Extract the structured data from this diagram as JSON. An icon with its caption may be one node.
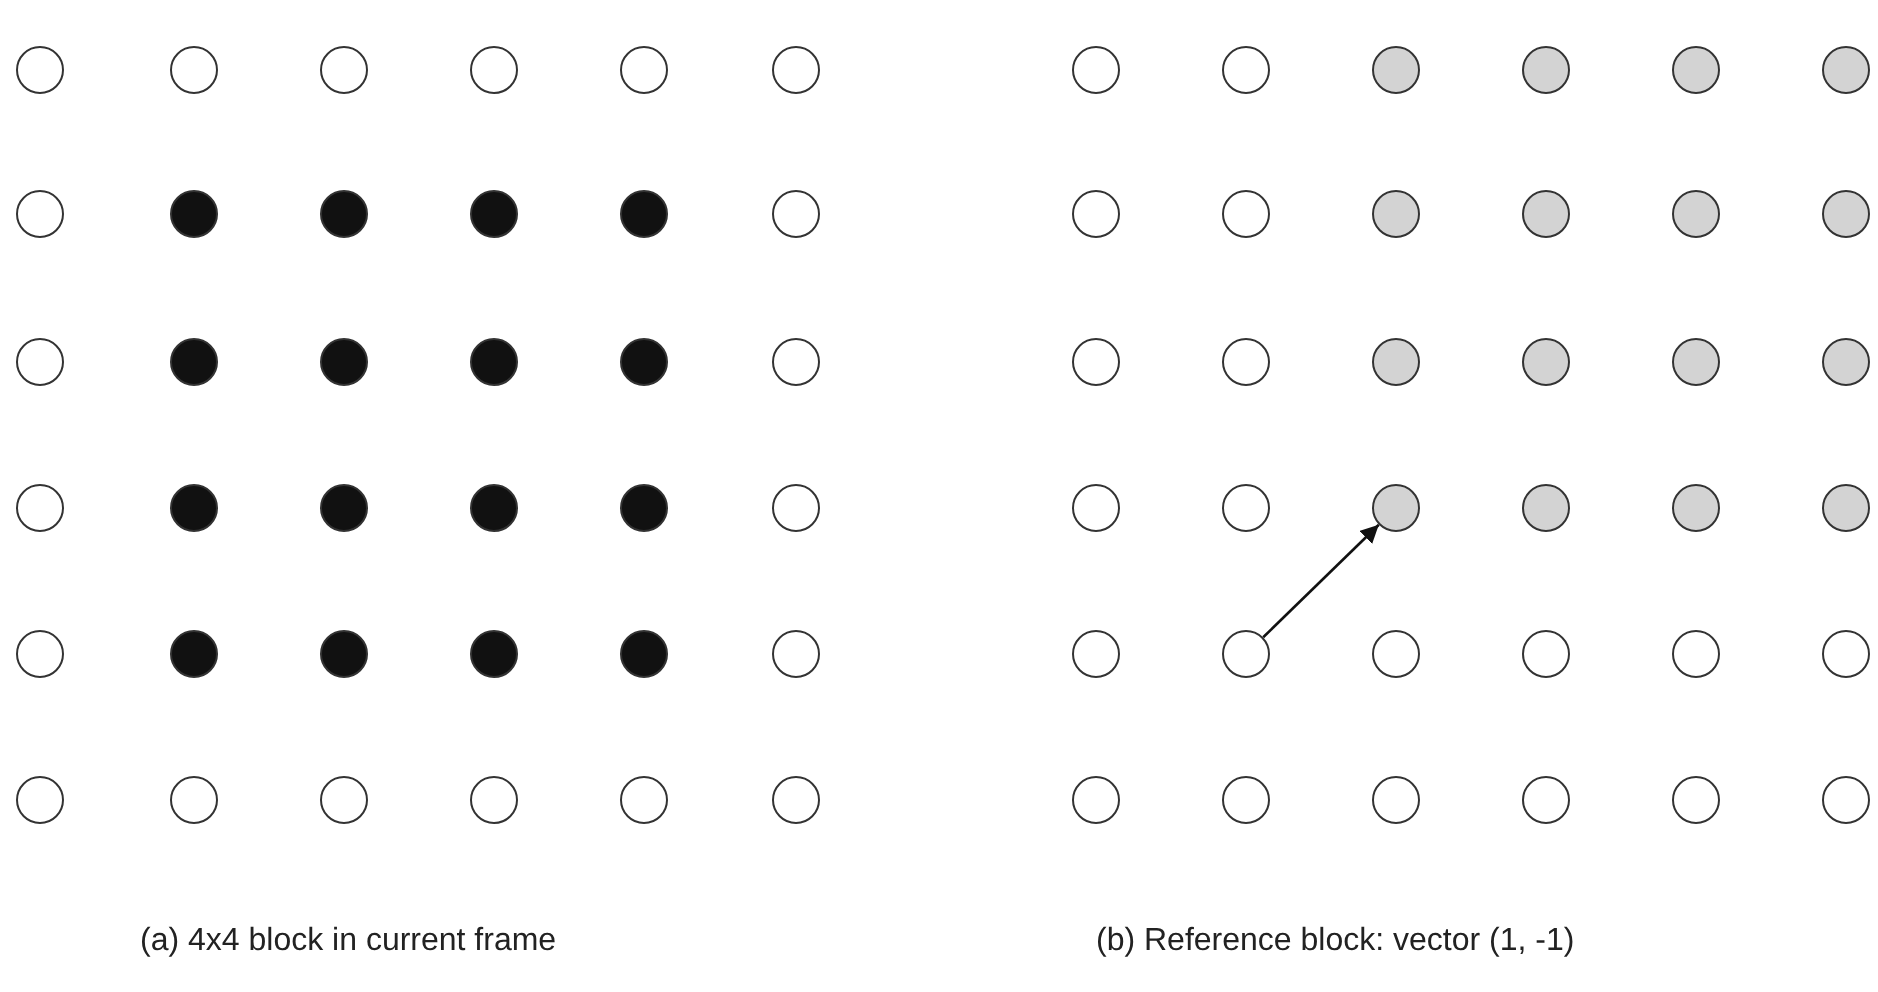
{
  "diagram": {
    "nodes": [
      {
        "text": [],
        "shape": "circle"
      },
      {
        "text": [],
        "shape": "circle"
      },
      {
        "text": [],
        "shape": "circle"
      },
      {
        "text": [],
        "shape": "circle"
      },
      {
        "text": [],
        "shape": "circle"
      },
      {
        "text": [],
        "shape": "circle"
      },
      {
        "text": [],
        "shape": "circle"
      },
      {
        "text": [],
        "shape": "circle"
      },
      {
        "text": [],
        "shape": "circle"
      },
      {
        "text": [],
        "shape": "circle"
      },
      {
        "text": [],
        "shape": "circle"
      },
      {
        "text": [],
        "shape": "circle"
      },
      {
        "text": [],
        "shape": "circle"
      },
      {
        "text": [],
        "shape": "circle"
      },
      {
        "text": [],
        "shape": "circle"
      },
      {
        "text": [],
        "shape": "circle"
      },
      {
        "text": [],
        "shape": "circle"
      },
      {
        "text": [],
        "shape": "circle"
      },
      {
        "text": [],
        "shape": "circle"
      },
      {
        "text": [],
        "shape": "circle"
      },
      {
        "text": [],
        "shape": "circle"
      },
      {
        "text": [],
        "shape": "circle"
      },
      {
        "text": [],
        "shape": "circle"
      },
      {
        "text": [],
        "shape": "circle"
      },
      {
        "text": [],
        "shape": "circle"
      },
      {
        "text": [],
        "shape": "circle"
      },
      {
        "text": [],
        "shape": "circle"
      },
      {
        "text": [],
        "shape": "circle"
      },
      {
        "text": [],
        "shape": "circle"
      },
      {
        "text": [],
        "shape": "circle"
      },
      {
        "text": [],
        "shape": "circle"
      },
      {
        "text": [],
        "shape": "circle"
      },
      {
        "text": [],
        "shape": "circle"
      },
      {
        "text": [],
        "shape": "circle"
      },
      {
        "text": [],
        "shape": "circle"
      },
      {
        "text": [],
        "shape": "circle"
      },
      {
        "text": [],
        "shape": "circle"
      },
      {
        "text": [],
        "shape": "circle"
      },
      {
        "text": [],
        "shape": "circle"
      },
      {
        "text": [],
        "shape": "circle"
      },
      {
        "text": [],
        "shape": "circle"
      },
      {
        "text": [],
        "shape": "circle"
      },
      {
        "text": [],
        "shape": "circle"
      },
      {
        "text": [],
        "shape": "circle"
      },
      {
        "text": [],
        "shape": "circle"
      },
      {
        "text": [],
        "shape": "circle"
      },
      {
        "text": [],
        "shape": "circle"
      },
      {
        "text": [],
        "shape": "circle"
      },
      {
        "text": [],
        "shape": "circle"
      },
      {
        "text": [],
        "shape": "circle"
      },
      {
        "text": [],
        "shape": "circle"
      },
      {
        "text": [],
        "shape": "circle"
      },
      {
        "text": [],
        "shape": "circle"
      },
      {
        "text": [],
        "shape": "circle"
      },
      {
        "text": [],
        "shape": "circle"
      },
      {
        "text": [],
        "shape": "circle"
      },
      {
        "text": [],
        "shape": "circle"
      },
      {
        "text": [],
        "shape": "circle"
      },
      {
        "text": [],
        "shape": "circle"
      },
      {
        "text": [],
        "shape": "circle"
      },
      {
        "text": [],
        "shape": "circle"
      },
      {
        "text": [],
        "shape": "circle"
      },
      {
        "text": [],
        "shape": "circle"
      },
      {
        "text": [],
        "shape": "circle"
      },
      {
        "text": [],
        "shape": "circle"
      },
      {
        "text": [],
        "shape": "circle"
      },
      {
        "text": [],
        "shape": "circle"
      },
      {
        "text": [],
        "shape": "circle"
      },
      {
        "text": [],
        "shape": "circle"
      },
      {
        "text": [],
        "shape": "circle"
      },
      {
        "text": [],
        "shape": "circle"
      },
      {
        "text": [],
        "shape": "circle"
      }
    ],
    "edges": [
      {
        "from": 61,
        "to": 56,
        "arrow": "to"
      }
    ],
    "labels": [
      "(a) 4x4 block in current frame",
      "(b) Reference block: vector (1, -1)"
    ]
  }
}
